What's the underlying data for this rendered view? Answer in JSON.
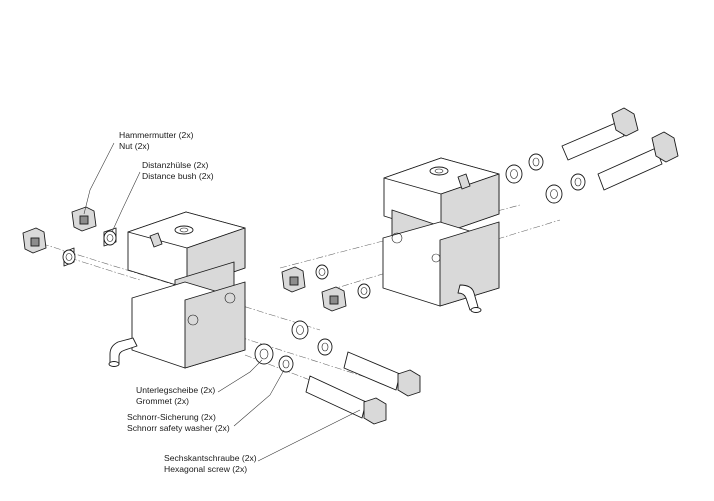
{
  "callouts": {
    "hammer_nut": {
      "de": "Hammermutter (2x)",
      "en": "Nut (2x)"
    },
    "distance_bush": {
      "de": "Distanzhülse (2x)",
      "en": "Distance bush (2x)"
    },
    "grommet": {
      "de": "Unterlegscheibe (2x)",
      "en": "Grommet (2x)"
    },
    "safety_washer": {
      "de": "Schnorr-Sicherung (2x)",
      "en": "Schnorr safety washer (2x)"
    },
    "hex_screw": {
      "de": "Sechskantschraube (2x)",
      "en": "Hexagonal screw (2x)"
    }
  }
}
